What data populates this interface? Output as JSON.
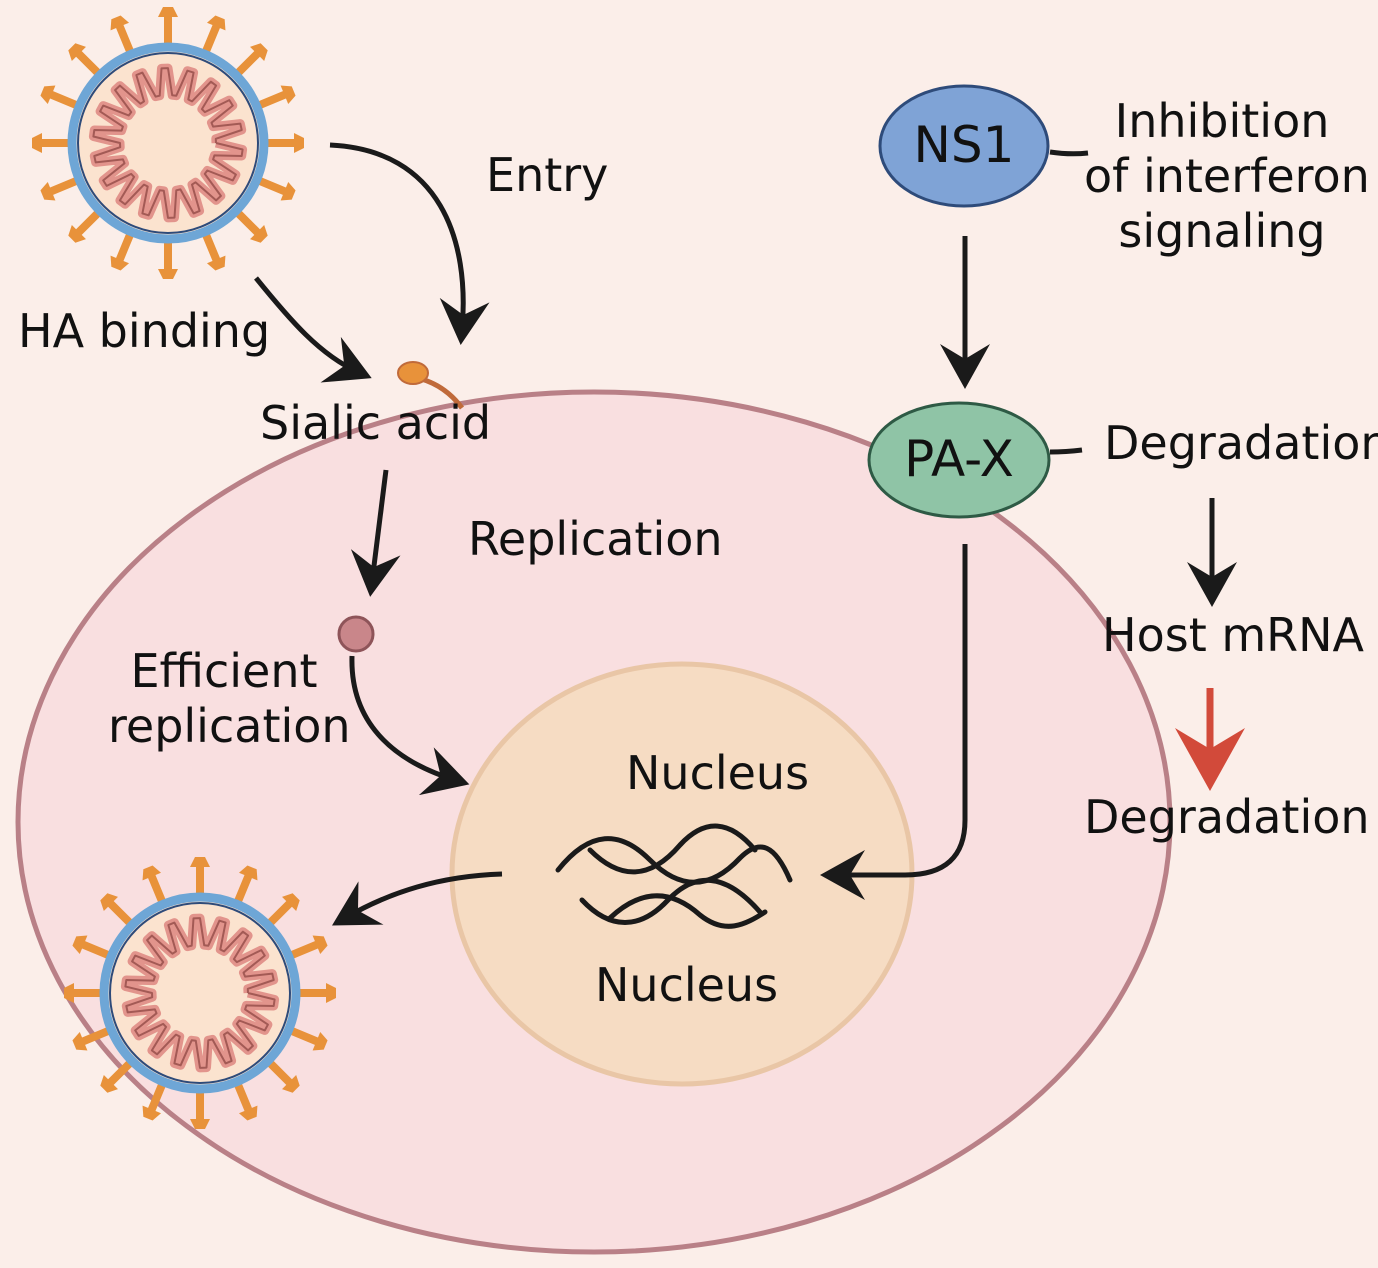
{
  "labels": {
    "entry": "Entry",
    "ha_binding": "HA binding",
    "sialic_acid": "Sialic acid",
    "replication": "Replication",
    "efficient_replication_1": "Efficient",
    "efficient_replication_2": "replication",
    "nucleus_top": "Nucleus",
    "nucleus_bottom": "Nucleus",
    "ns1": "NS1",
    "pax": "PA-X",
    "inhibition_1": "Inhibition",
    "inhibition_2": "of interferon",
    "inhibition_3": "signaling",
    "degradation_top": "Degradation",
    "host_mrna": "Host mRNA",
    "degradation_bottom": "Degradation"
  },
  "colors": {
    "background": "#fbeee9",
    "cell_fill": "#f9dfe0",
    "cell_stroke": "#b98087",
    "nucleus_fill": "#f6dcc3",
    "nucleus_stroke": "#e9c6a6",
    "ns1_fill": "#7fa3d6",
    "pax_fill": "#8fc4a6",
    "virus_spike": "#e8923a",
    "virus_envelope": "#6ea6d6",
    "virus_core": "#fbe3cf",
    "virus_rna": "#e2948c",
    "arrow": "#1a1a1a",
    "degradation_arrow": "#d24a3a"
  },
  "icons": [
    "virus-icon",
    "sialic-acid-receptor-icon",
    "rna-strands-icon"
  ]
}
